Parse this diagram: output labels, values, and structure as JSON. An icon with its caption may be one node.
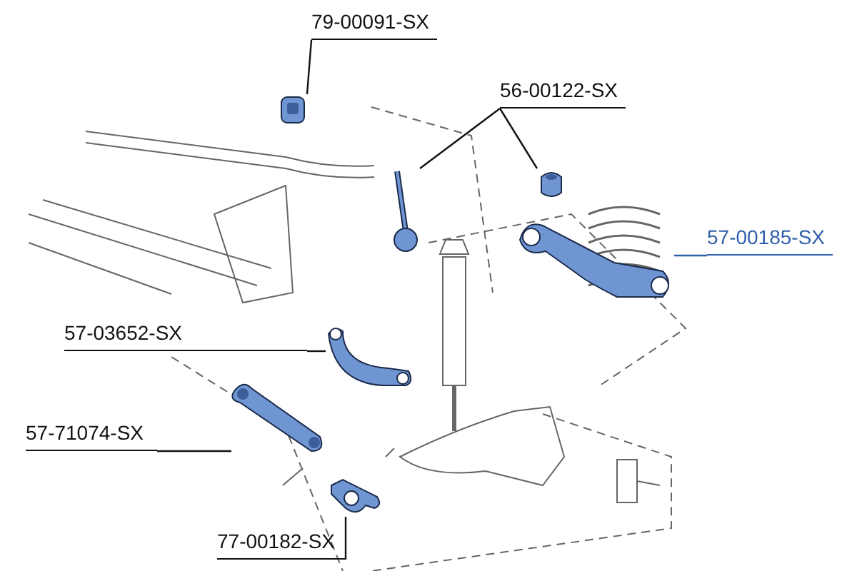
{
  "diagram": {
    "nodes": [
      {
        "text": [
          "79-00091-SX"
        ]
      },
      {
        "text": [],
        "shape": "picture"
      },
      {
        "text": [
          "56-00122-SX"
        ]
      },
      {
        "text": [],
        "shape": "picture"
      },
      {
        "text": [],
        "shape": "picture"
      },
      {
        "text": [
          "57-00185-SX"
        ]
      },
      {
        "text": [],
        "shape": "picture"
      },
      {
        "text": [
          "57-03652-SX"
        ]
      },
      {
        "text": [],
        "shape": "picture"
      },
      {
        "text": [
          "57-71074-SX"
        ]
      },
      {
        "text": [],
        "shape": "picture"
      },
      {
        "text": [
          "77-00182-SX"
        ]
      },
      {
        "text": [],
        "shape": "picture"
      }
    ],
    "edges": [
      {
        "from": 0,
        "to": 1,
        "arrow": "none"
      },
      {
        "from": 2,
        "to": 3,
        "arrow": "none"
      },
      {
        "from": 2,
        "to": 4,
        "arrow": "none"
      },
      {
        "from": 5,
        "to": 6,
        "arrow": "none",
        "color": "#2f5fa8"
      },
      {
        "from": 7,
        "to": 8,
        "arrow": "none"
      },
      {
        "from": 9,
        "to": 10,
        "arrow": "none"
      },
      {
        "from": 11,
        "to": 12,
        "arrow": "none"
      }
    ]
  }
}
